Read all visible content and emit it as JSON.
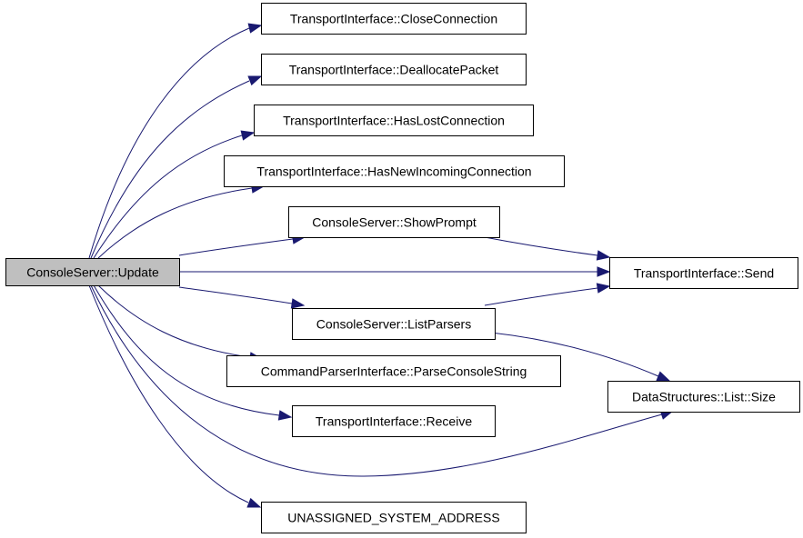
{
  "diagram": {
    "nodes": [
      {
        "id": "update",
        "label": "ConsoleServer::Update",
        "fill": "#bfbfbf",
        "interactive": false
      },
      {
        "id": "close",
        "label": "TransportInterface::CloseConnection",
        "fill": "#ffffff",
        "interactive": true
      },
      {
        "id": "dealloc",
        "label": "TransportInterface::DeallocatePacket",
        "fill": "#ffffff",
        "interactive": true
      },
      {
        "id": "haslost",
        "label": "TransportInterface::HasLostConnection",
        "fill": "#ffffff",
        "interactive": true
      },
      {
        "id": "hasnew",
        "label": "TransportInterface::HasNewIncomingConnection",
        "fill": "#ffffff",
        "interactive": true
      },
      {
        "id": "showprompt",
        "label": "ConsoleServer::ShowPrompt",
        "fill": "#ffffff",
        "interactive": true
      },
      {
        "id": "send",
        "label": "TransportInterface::Send",
        "fill": "#ffffff",
        "interactive": true
      },
      {
        "id": "listparsers",
        "label": "ConsoleServer::ListParsers",
        "fill": "#ffffff",
        "interactive": true
      },
      {
        "id": "parse",
        "label": "CommandParserInterface::ParseConsoleString",
        "fill": "#ffffff",
        "interactive": true
      },
      {
        "id": "size",
        "label": "DataStructures::List::Size",
        "fill": "#ffffff",
        "interactive": true
      },
      {
        "id": "receive",
        "label": "TransportInterface::Receive",
        "fill": "#ffffff",
        "interactive": true
      },
      {
        "id": "unassigned",
        "label": "UNASSIGNED_SYSTEM_ADDRESS",
        "fill": "#ffffff",
        "interactive": true
      }
    ],
    "edges": [
      {
        "from": "update",
        "to": "close"
      },
      {
        "from": "update",
        "to": "dealloc"
      },
      {
        "from": "update",
        "to": "haslost"
      },
      {
        "from": "update",
        "to": "hasnew"
      },
      {
        "from": "update",
        "to": "showprompt"
      },
      {
        "from": "update",
        "to": "send"
      },
      {
        "from": "update",
        "to": "listparsers"
      },
      {
        "from": "update",
        "to": "parse"
      },
      {
        "from": "update",
        "to": "receive"
      },
      {
        "from": "update",
        "to": "size"
      },
      {
        "from": "update",
        "to": "unassigned"
      },
      {
        "from": "showprompt",
        "to": "send"
      },
      {
        "from": "listparsers",
        "to": "send"
      },
      {
        "from": "listparsers",
        "to": "size"
      }
    ],
    "edge_color": "#191970"
  }
}
